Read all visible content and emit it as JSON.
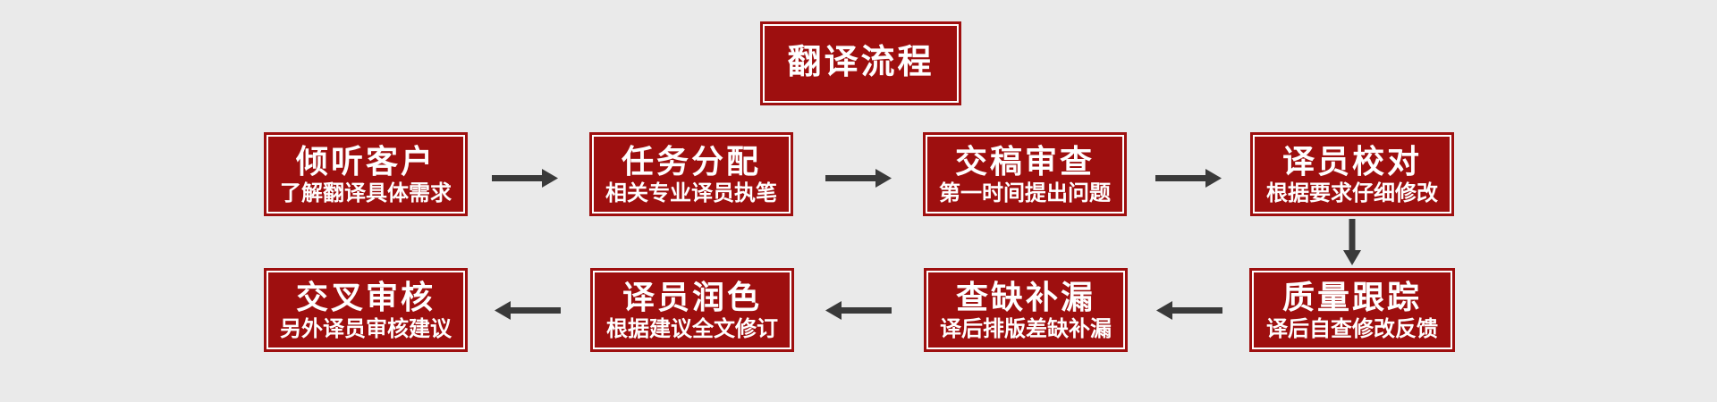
{
  "title": {
    "label": "翻译流程"
  },
  "flow": {
    "top_row": [
      {
        "title": "倾听客户",
        "subtitle": "了解翻译具体需求"
      },
      {
        "title": "任务分配",
        "subtitle": "相关专业译员执笔"
      },
      {
        "title": "交稿审查",
        "subtitle": "第一时间提出问题"
      },
      {
        "title": "译员校对",
        "subtitle": "根据要求仔细修改"
      }
    ],
    "bottom_row": [
      {
        "title": "质量跟踪",
        "subtitle": "译后自查修改反馈"
      },
      {
        "title": "查缺补漏",
        "subtitle": "译后排版差缺补漏"
      },
      {
        "title": "译员润色",
        "subtitle": "根据建议全文修订"
      },
      {
        "title": "交叉审核",
        "subtitle": "另外译员审核建议"
      }
    ]
  },
  "colors": {
    "box_red": "#9e0f0f",
    "border_white": "#ffffff",
    "arrow_gray": "#3a3a3a",
    "background": "#eaeaea",
    "text": "#ffffff"
  }
}
